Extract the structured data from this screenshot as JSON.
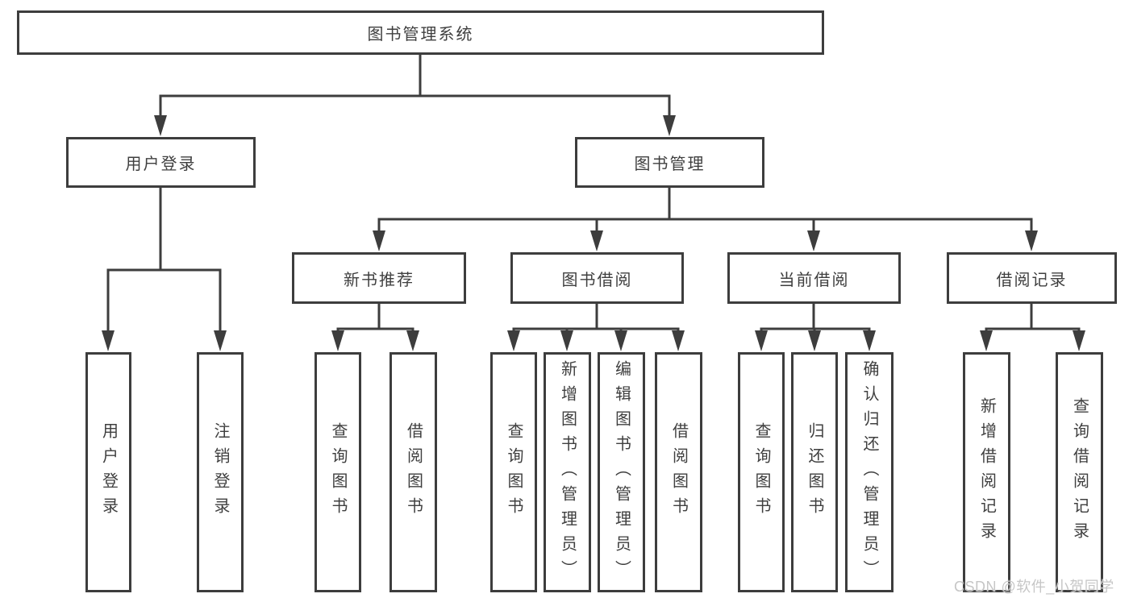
{
  "diagram": {
    "root": {
      "label": "图书管理系统",
      "children": [
        {
          "label": "用户登录",
          "children": [
            {
              "label": "用户登录"
            },
            {
              "label": "注销登录"
            }
          ]
        },
        {
          "label": "图书管理",
          "children": [
            {
              "label": "新书推荐",
              "children": [
                {
                  "label": "查询图书"
                },
                {
                  "label": "借阅图书"
                }
              ]
            },
            {
              "label": "图书借阅",
              "children": [
                {
                  "label": "查询图书"
                },
                {
                  "label": "新增图书（管理员）"
                },
                {
                  "label": "编辑图书（管理员）"
                },
                {
                  "label": "借阅图书"
                }
              ]
            },
            {
              "label": "当前借阅",
              "children": [
                {
                  "label": "查询图书"
                },
                {
                  "label": "归还图书"
                },
                {
                  "label": "确认归还（管理员）"
                }
              ]
            },
            {
              "label": "借阅记录",
              "children": [
                {
                  "label": "新增借阅记录"
                },
                {
                  "label": "查询借阅记录"
                }
              ]
            }
          ]
        }
      ]
    }
  },
  "watermark": "CSDN @软件_小贺同学",
  "colors": {
    "line": "#3d3d3d",
    "text": "#3f3f3f",
    "background": "#ffffff",
    "watermark": "#c6c6c6"
  }
}
